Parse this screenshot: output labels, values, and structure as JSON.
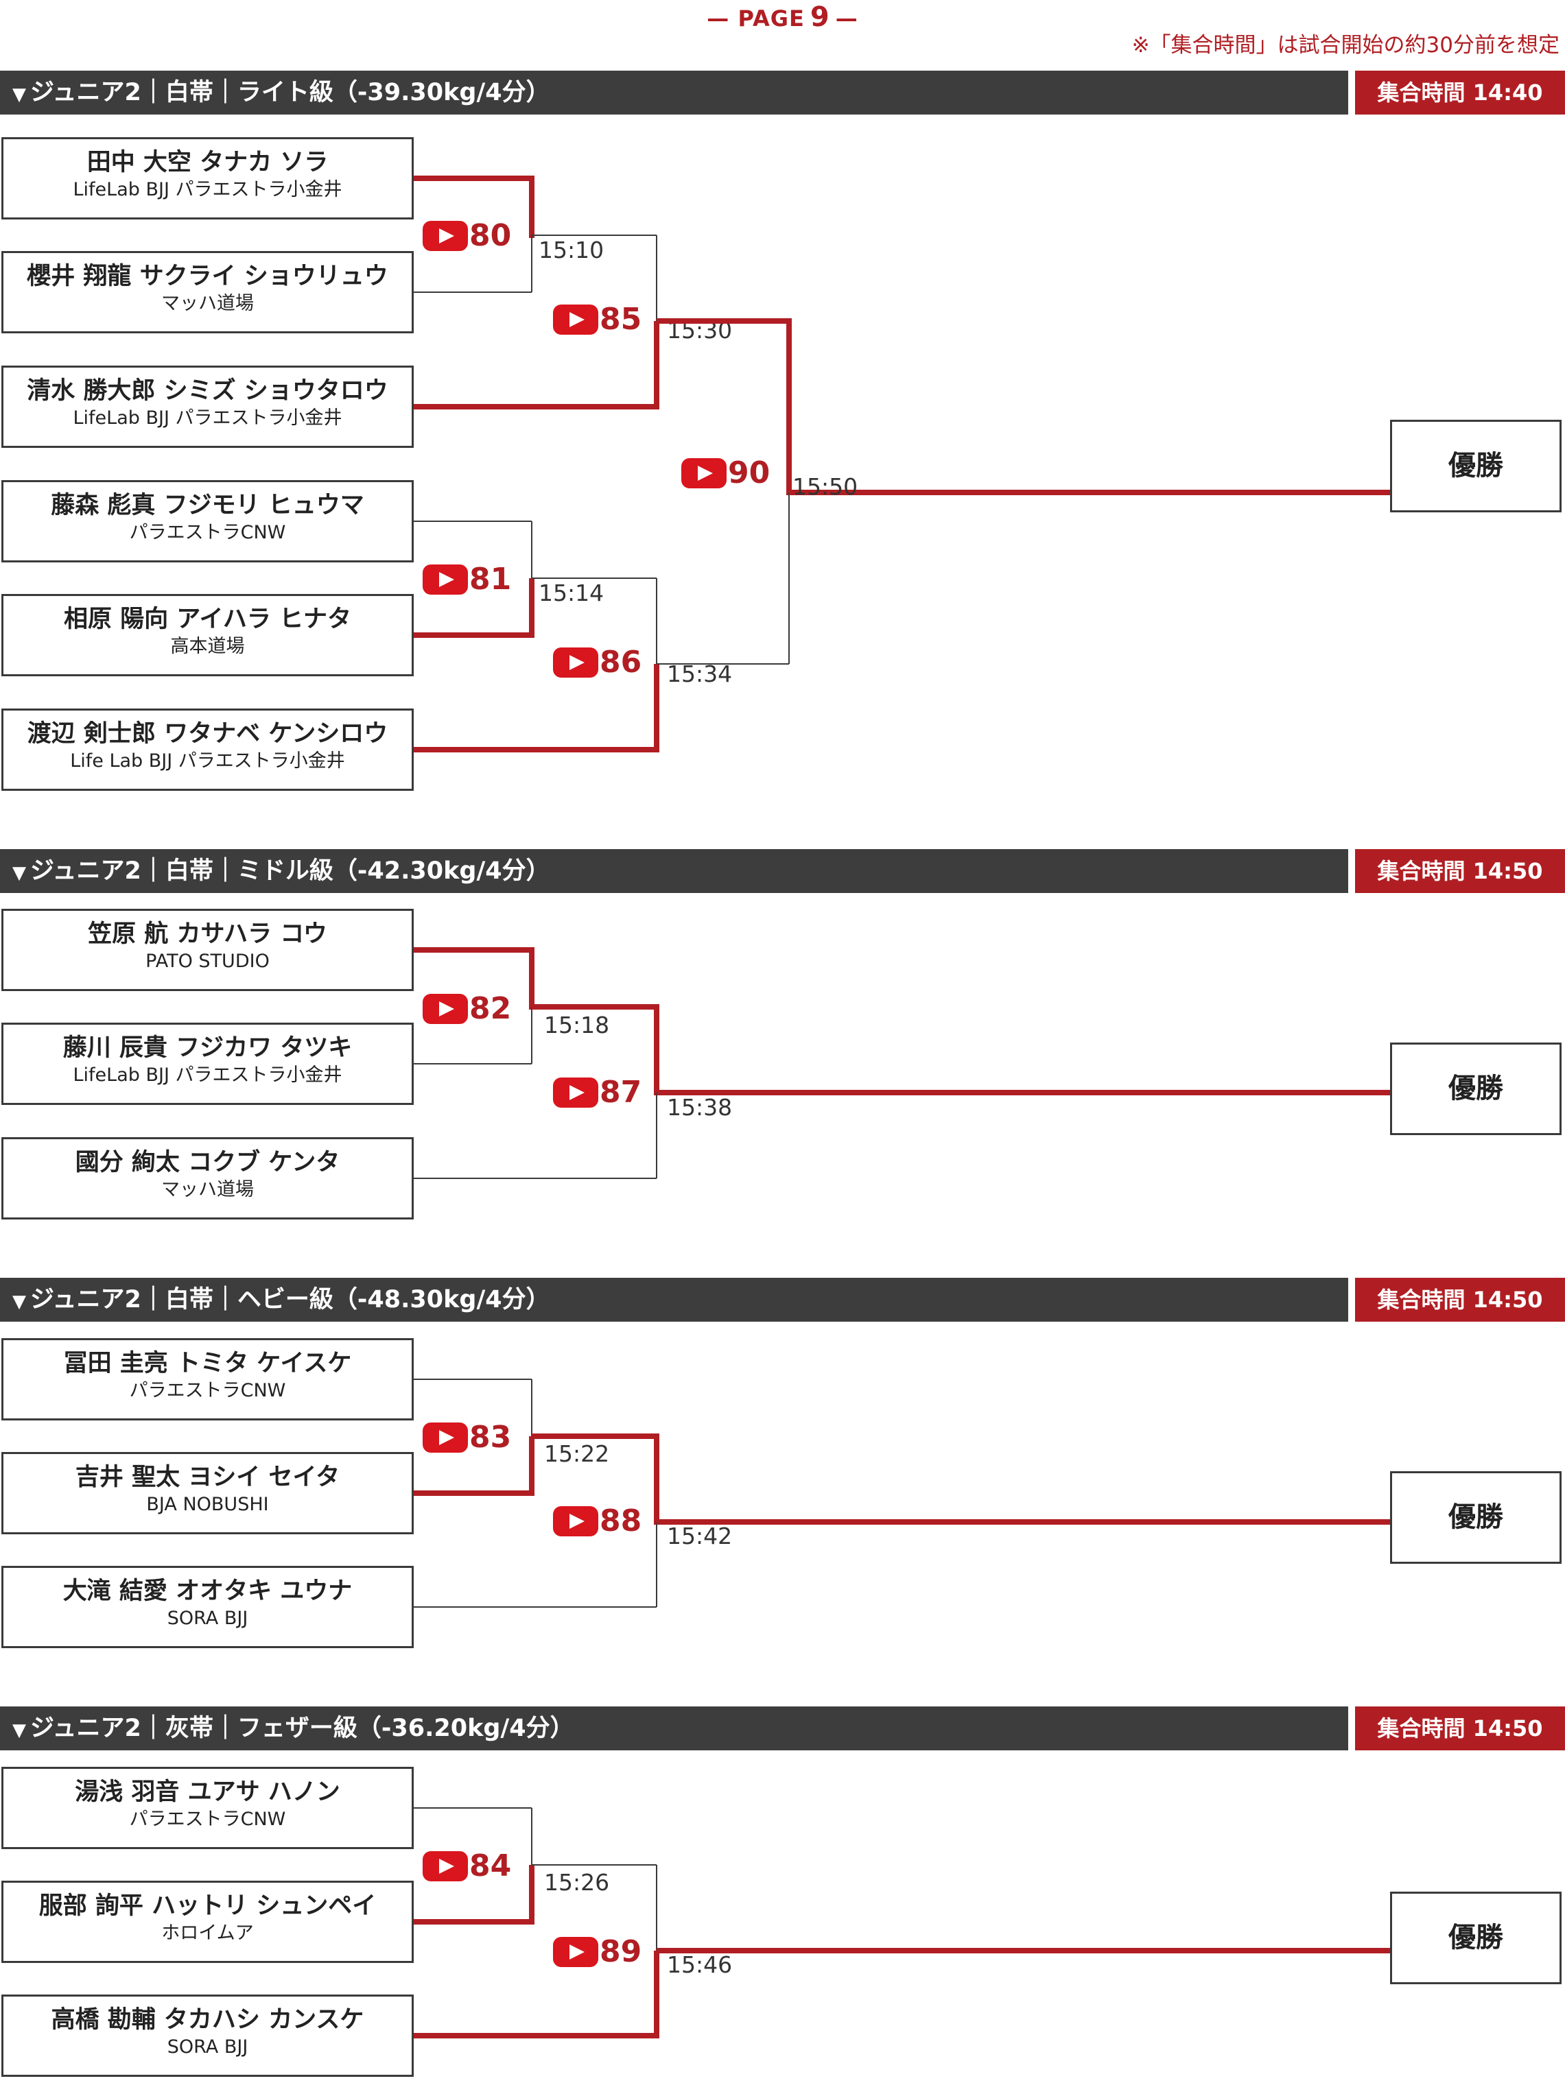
{
  "page": {
    "label": "— PAGE",
    "number": "9",
    "suffix": "—",
    "note": "※「集合時間」は試合開始の約30分前を想定"
  },
  "colors": {
    "accent": "#b01e23",
    "header_bg": "#3d3d3d",
    "youtube_red": "#d9151d"
  },
  "winner_label": "優勝",
  "brackets": [
    {
      "title": "ジュニア2｜白帯｜ライト級（-39.30kg/4分）",
      "assembly": "集合時間 14:40",
      "players": [
        {
          "name": "田中 大空 タナカ ソラ",
          "club": "LifeLab BJJ パラエストラ小金井"
        },
        {
          "name": "櫻井 翔龍 サクライ ショウリュウ",
          "club": "マッハ道場"
        },
        {
          "name": "清水 勝大郎 シミズ ショウタロウ",
          "club": "LifeLab BJJ パラエストラ小金井"
        },
        {
          "name": "藤森 彪真 フジモリ ヒュウマ",
          "club": "パラエストラCNW"
        },
        {
          "name": "相原 陽向 アイハラ ヒナタ",
          "club": "高本道場"
        },
        {
          "name": "渡辺 剣士郎 ワタナベ ケンシロウ",
          "club": "Life Lab BJJ パラエストラ小金井"
        }
      ],
      "matches": [
        {
          "number": "80",
          "time": "15:10"
        },
        {
          "number": "85",
          "time": "15:30"
        },
        {
          "number": "81",
          "time": "15:14"
        },
        {
          "number": "86",
          "time": "15:34"
        },
        {
          "number": "90",
          "time": "15:50"
        }
      ]
    },
    {
      "title": "ジュニア2｜白帯｜ミドル級（-42.30kg/4分）",
      "assembly": "集合時間 14:50",
      "players": [
        {
          "name": "笠原 航 カサハラ コウ",
          "club": "PATO STUDIO"
        },
        {
          "name": "藤川 辰貴 フジカワ タツキ",
          "club": "LifeLab BJJ パラエストラ小金井"
        },
        {
          "name": "國分 絢太 コクブ ケンタ",
          "club": "マッハ道場"
        }
      ],
      "matches": [
        {
          "number": "82",
          "time": "15:18"
        },
        {
          "number": "87",
          "time": "15:38"
        }
      ]
    },
    {
      "title": "ジュニア2｜白帯｜ヘビー級（-48.30kg/4分）",
      "assembly": "集合時間 14:50",
      "players": [
        {
          "name": "冨田 圭亮 トミタ ケイスケ",
          "club": "パラエストラCNW"
        },
        {
          "name": "吉井 聖太 ヨシイ セイタ",
          "club": "BJA NOBUSHI"
        },
        {
          "name": "大滝 結愛 オオタキ ユウナ",
          "club": "SORA BJJ"
        }
      ],
      "matches": [
        {
          "number": "83",
          "time": "15:22"
        },
        {
          "number": "88",
          "time": "15:42"
        }
      ]
    },
    {
      "title": "ジュニア2｜灰帯｜フェザー級（-36.20kg/4分）",
      "assembly": "集合時間 14:50",
      "players": [
        {
          "name": "湯浅 羽音 ユアサ ハノン",
          "club": "パラエストラCNW"
        },
        {
          "name": "服部 詢平 ハットリ シュンペイ",
          "club": "ホロイムア"
        },
        {
          "name": "高橋 勘輔 タカハシ カンスケ",
          "club": "SORA BJJ"
        }
      ],
      "matches": [
        {
          "number": "84",
          "time": "15:26"
        },
        {
          "number": "89",
          "time": "15:46"
        }
      ]
    }
  ]
}
